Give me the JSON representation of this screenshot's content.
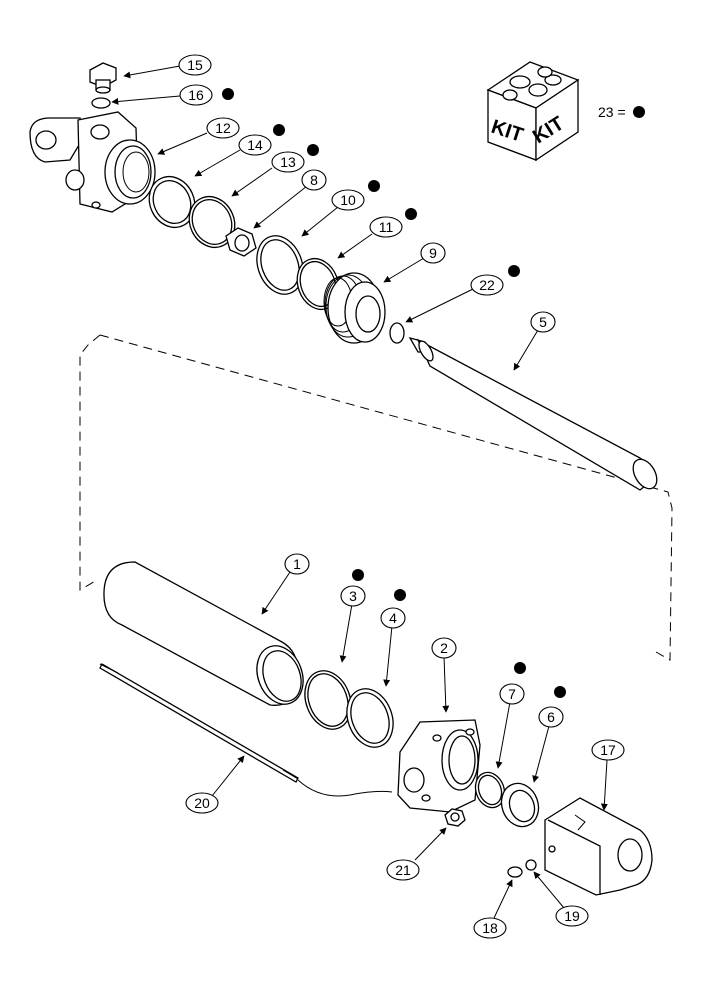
{
  "kit": {
    "box_labels": [
      "KIT",
      "KIT"
    ],
    "note_prefix": "23 ="
  },
  "callouts": [
    "15",
    "16",
    "12",
    "14",
    "13",
    "8",
    "10",
    "11",
    "9",
    "22",
    "5",
    "1",
    "3",
    "4",
    "2",
    "7",
    "6",
    "17",
    "20",
    "21",
    "18",
    "19"
  ],
  "kit_member_callouts": [
    "16",
    "14",
    "13",
    "10",
    "11",
    "22",
    "3",
    "4",
    "7",
    "6"
  ]
}
